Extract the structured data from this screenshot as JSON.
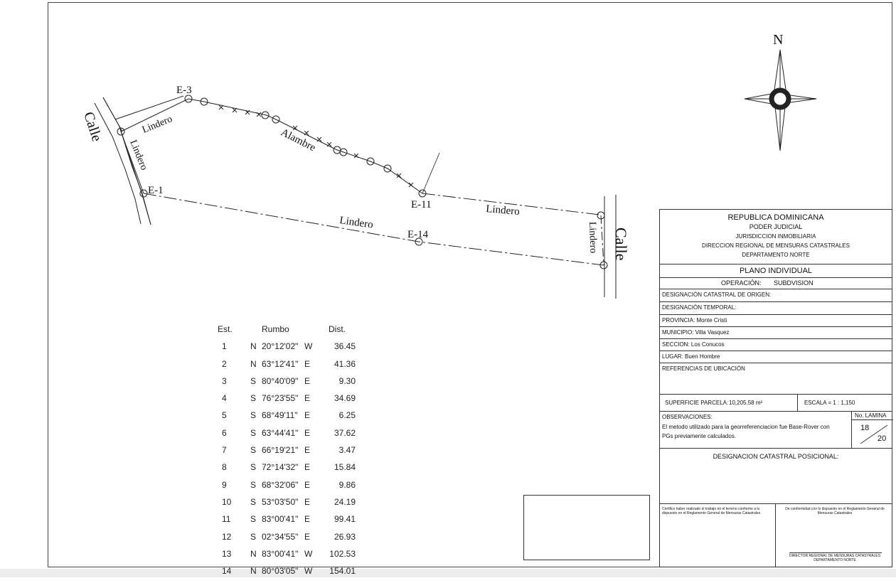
{
  "plan": {
    "north_label": "N",
    "streets": [
      "Calle",
      "Calle"
    ],
    "boundary_labels": [
      "Lindero",
      "Lindero",
      "Lindero",
      "Lindero",
      "Lindero",
      "Alambre"
    ],
    "stations": [
      "E-3",
      "E-1",
      "E-11",
      "E-14"
    ]
  },
  "table": {
    "headers": [
      "Est.",
      "Rumbo",
      "Dist."
    ],
    "rows": [
      {
        "est": "1",
        "dir1": "N",
        "angle": "20°12'02\"",
        "dir2": "W",
        "dist": "36.45"
      },
      {
        "est": "2",
        "dir1": "N",
        "angle": "63°12'41\"",
        "dir2": "E",
        "dist": "41.36"
      },
      {
        "est": "3",
        "dir1": "S",
        "angle": "80°40'09\"",
        "dir2": "E",
        "dist": "9.30"
      },
      {
        "est": "4",
        "dir1": "S",
        "angle": "76°23'55\"",
        "dir2": "E",
        "dist": "34.69"
      },
      {
        "est": "5",
        "dir1": "S",
        "angle": "68°49'11\"",
        "dir2": "E",
        "dist": "6.25"
      },
      {
        "est": "6",
        "dir1": "S",
        "angle": "63°44'41\"",
        "dir2": "E",
        "dist": "37.62"
      },
      {
        "est": "7",
        "dir1": "S",
        "angle": "66°19'21\"",
        "dir2": "E",
        "dist": "3.47"
      },
      {
        "est": "8",
        "dir1": "S",
        "angle": "72°14'32\"",
        "dir2": "E",
        "dist": "15.84"
      },
      {
        "est": "9",
        "dir1": "S",
        "angle": "68°32'06\"",
        "dir2": "E",
        "dist": "9.86"
      },
      {
        "est": "10",
        "dir1": "S",
        "angle": "53°03'50\"",
        "dir2": "E",
        "dist": "24.19"
      },
      {
        "est": "11",
        "dir1": "S",
        "angle": "83°00'41\"",
        "dir2": "E",
        "dist": "99.41"
      },
      {
        "est": "12",
        "dir1": "S",
        "angle": "02°34'55\"",
        "dir2": "E",
        "dist": "26.93"
      },
      {
        "est": "13",
        "dir1": "N",
        "angle": "83°00'41\"",
        "dir2": "W",
        "dist": "102.53"
      },
      {
        "est": "14",
        "dir1": "N",
        "angle": "80°03'05\"",
        "dir2": "W",
        "dist": "154.01"
      }
    ]
  },
  "titleblock": {
    "header": {
      "l1": "REPUBLICA DOMINICANA",
      "l2": "PODER JUDICIAL",
      "l3": "JURISDICCION INMOBILIARIA",
      "l4": "DIRECCION REGIONAL DE MENSURAS CATASTRALES",
      "l5": "DEPARTAMENTO NORTE"
    },
    "plano": "PLANO INDIVIDUAL",
    "operacion_label": "OPERACIÓN:",
    "operacion_value": "SUBDVISION",
    "origen_label": "DESIGNACIÓN CATASTRAL DE ORIGEN:",
    "temporal_label": "DESIGNACIÓN TEMPORAL:",
    "provincia": "PROVINCIA: Monte Cristi",
    "municipio": "MUNICIPIO: Villa Vasquez",
    "seccion": "SECCION: Los Conucos",
    "lugar": "LUGAR: Buen Hombre",
    "referencias": "REFERENCIAS DE UBICACIÓN",
    "superficie_label": "SUPERFICIE PARCELA:",
    "superficie_value": "10,205.58 m²",
    "escala": "ESCALA = 1 : 1,150",
    "observaciones_label": "OBSERVACIONES:",
    "observaciones_l1": "El metodo utilizado para la georreferenciacion fue Base-Rover con",
    "observaciones_l2": "PGs previamente calculados.",
    "lamina_label": "No. LAMINA",
    "lamina_num": "18",
    "lamina_total": "20",
    "posicional": "DESIGNACION CATASTRAL POSICIONAL:",
    "certifico": "Certifico haber realizado el trabajo en el terreno conforme a lo dispuesto en el Reglamento General de Mensuras Catastrales",
    "conformidad": "De conformidad con lo dispuesto en el Reglamento General de Mensuras Catastrales",
    "director_l1": "DIRECTOR REGIONAL DE MENSURAS CATASTRALES",
    "director_l2": "DEPARTAMENTO NORTE"
  }
}
